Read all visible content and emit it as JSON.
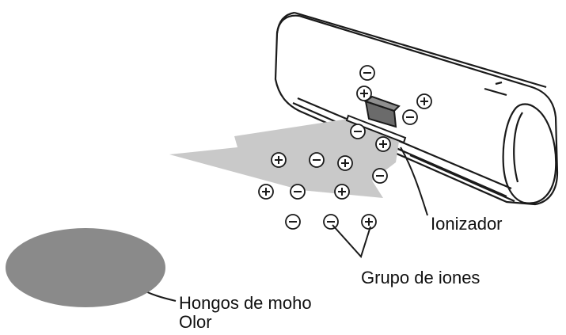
{
  "labels": {
    "ionizer": "Ionizador",
    "ion_group": "Grupo de iones",
    "mold": "Hongos de moho",
    "odor": "Olor"
  },
  "ions": [
    {
      "charge": "negative"
    },
    {
      "charge": "positive"
    },
    {
      "charge": "positive"
    },
    {
      "charge": "negative"
    },
    {
      "charge": "negative"
    },
    {
      "charge": "positive"
    },
    {
      "charge": "positive"
    },
    {
      "charge": "negative"
    },
    {
      "charge": "positive"
    },
    {
      "charge": "negative"
    },
    {
      "charge": "positive"
    },
    {
      "charge": "negative"
    },
    {
      "charge": "positive"
    },
    {
      "charge": "negative"
    },
    {
      "charge": "negative"
    },
    {
      "charge": "positive"
    }
  ],
  "colors": {
    "line": "#1a1a1a",
    "unit_fill": "#ffffff",
    "ionizer_fill": "#6b6b6b",
    "airflow_fill": "#c9c9c9",
    "mold_fill": "#8a8a8a"
  }
}
